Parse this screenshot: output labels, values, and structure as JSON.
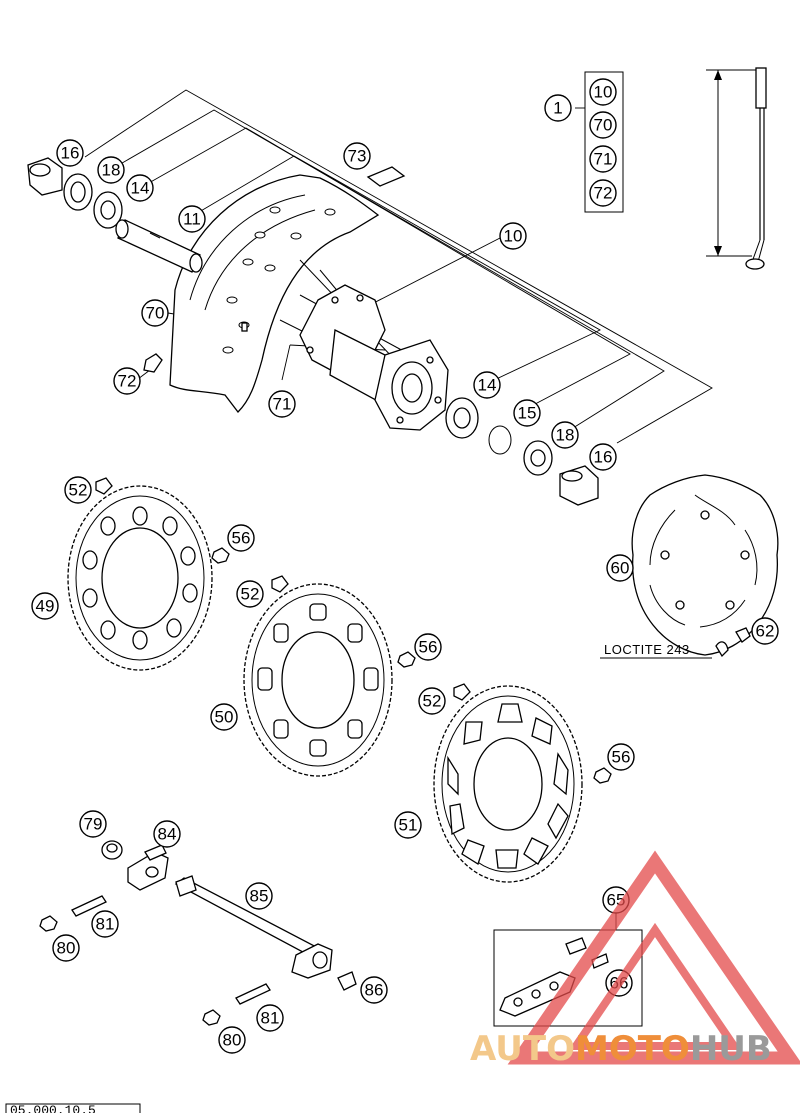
{
  "diagram": {
    "callouts": [
      "1",
      "10",
      "70",
      "71",
      "72",
      "16",
      "18",
      "14",
      "11",
      "73",
      "10",
      "70",
      "72",
      "71",
      "14",
      "15",
      "18",
      "16",
      "52",
      "56",
      "49",
      "60",
      "52",
      "56",
      "62",
      "50",
      "52",
      "56",
      "51",
      "79",
      "84",
      "85",
      "81",
      "80",
      "81",
      "80",
      "86",
      "65",
      "66"
    ],
    "loctite_label": "LOCTITE 243",
    "document_number": "05.000.10.5"
  },
  "watermark": {
    "brand_part1": "AUTO",
    "brand_part2": "MOTO",
    "brand_part3": "HUB"
  }
}
